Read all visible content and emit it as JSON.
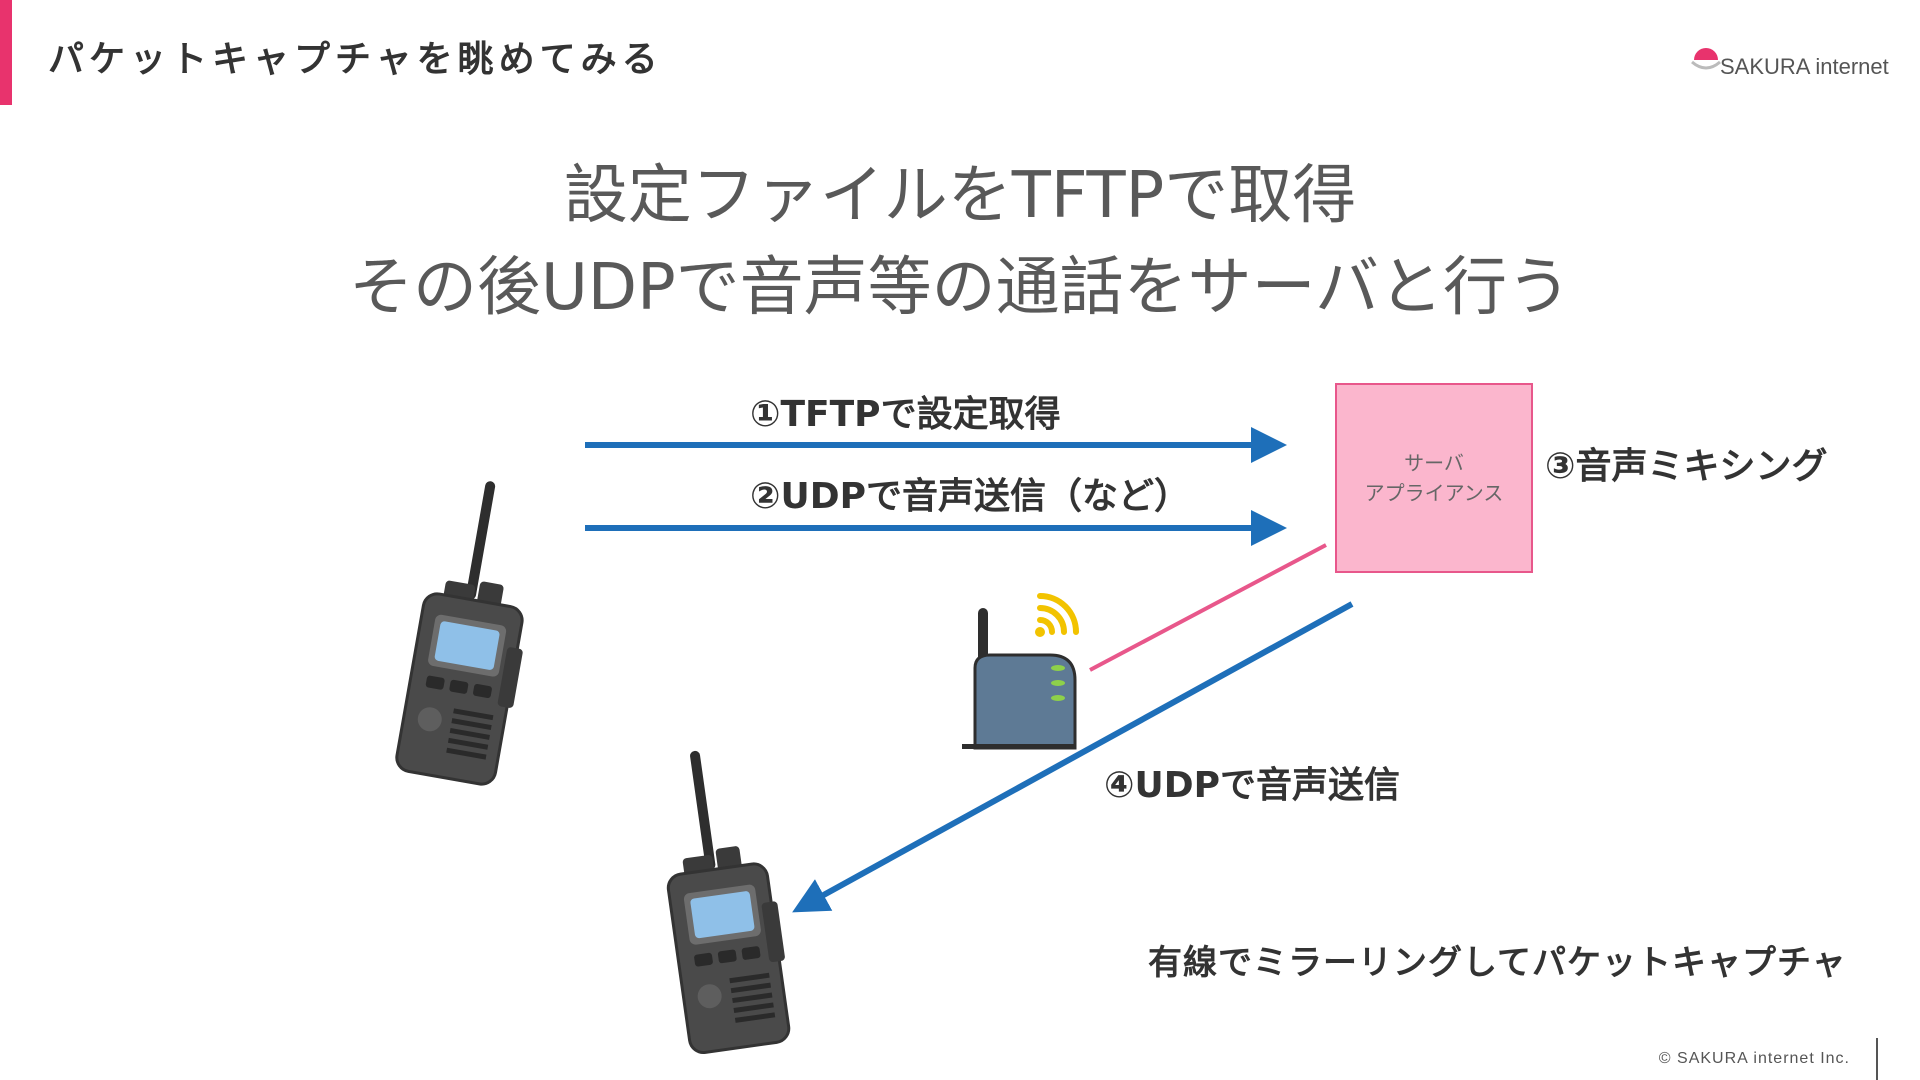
{
  "header": {
    "section_title": "パケットキャプチャを眺めてみる",
    "logo_text": "SAKURA internet"
  },
  "title": {
    "line1": "設定ファイルをTFTPで取得",
    "line2": "その後UDPで音声等の通話をサーバと行う"
  },
  "diagram": {
    "step1": "①TFTPで設定取得",
    "step2": "②UDPで音声送信（など）",
    "step3": "③音声ミキシング",
    "step4": "④UDPで音声送信",
    "server_line1": "サーバ",
    "server_line2": "アプライアンス",
    "colors": {
      "arrow": "#1e6fb9",
      "mirror_line": "#e8578b",
      "server_fill": "#fbb6cd",
      "accent": "#e8336d"
    },
    "icons": [
      "transceiver-radio-icon",
      "transceiver-radio-icon",
      "wifi-router-icon"
    ]
  },
  "note": "有線でミラーリングしてパケットキャプチャ",
  "footer": {
    "copyright": "© SAKURA internet Inc."
  }
}
